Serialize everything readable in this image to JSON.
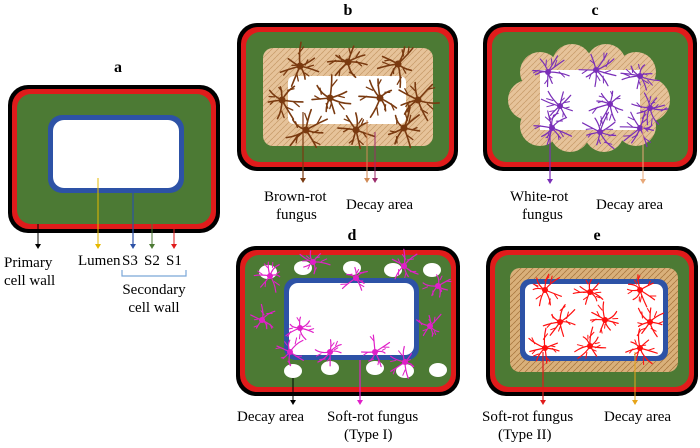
{
  "panels": {
    "a": {
      "letter": "a",
      "labels": {
        "primary_line1": "Primary",
        "primary_line2": "cell wall",
        "lumen": "Lumen",
        "s3": "S3",
        "s2": "S2",
        "s1": "S1",
        "secondary_line1": "Secondary",
        "secondary_line2": "cell wall"
      }
    },
    "b": {
      "letter": "b",
      "labels": {
        "fungus_line1": "Brown-rot",
        "fungus_line2": "fungus",
        "decay": "Decay area"
      }
    },
    "c": {
      "letter": "c",
      "labels": {
        "fungus_line1": "White-rot",
        "fungus_line2": "fungus",
        "decay": "Decay area"
      }
    },
    "d": {
      "letter": "d",
      "labels": {
        "decay": "Decay area",
        "fungus_line1": "Soft-rot fungus",
        "fungus_line2": "(Type I)"
      }
    },
    "e": {
      "letter": "e",
      "labels": {
        "fungus_line1": "Soft-rot fungus",
        "fungus_line2": "(Type II)",
        "decay": "Decay area"
      }
    }
  },
  "colors": {
    "primary_wall": "#000000",
    "s1": "#e01b1b",
    "s2": "#4c7a34",
    "s3": "#2d52a6",
    "lumen": "#ffffff",
    "decay_area": "#e6c39a",
    "brown_rot": "#7a3a10",
    "white_rot": "#7a2fb8",
    "soft_rot_1": "#e020c8",
    "soft_rot_2": "#ff1010"
  }
}
